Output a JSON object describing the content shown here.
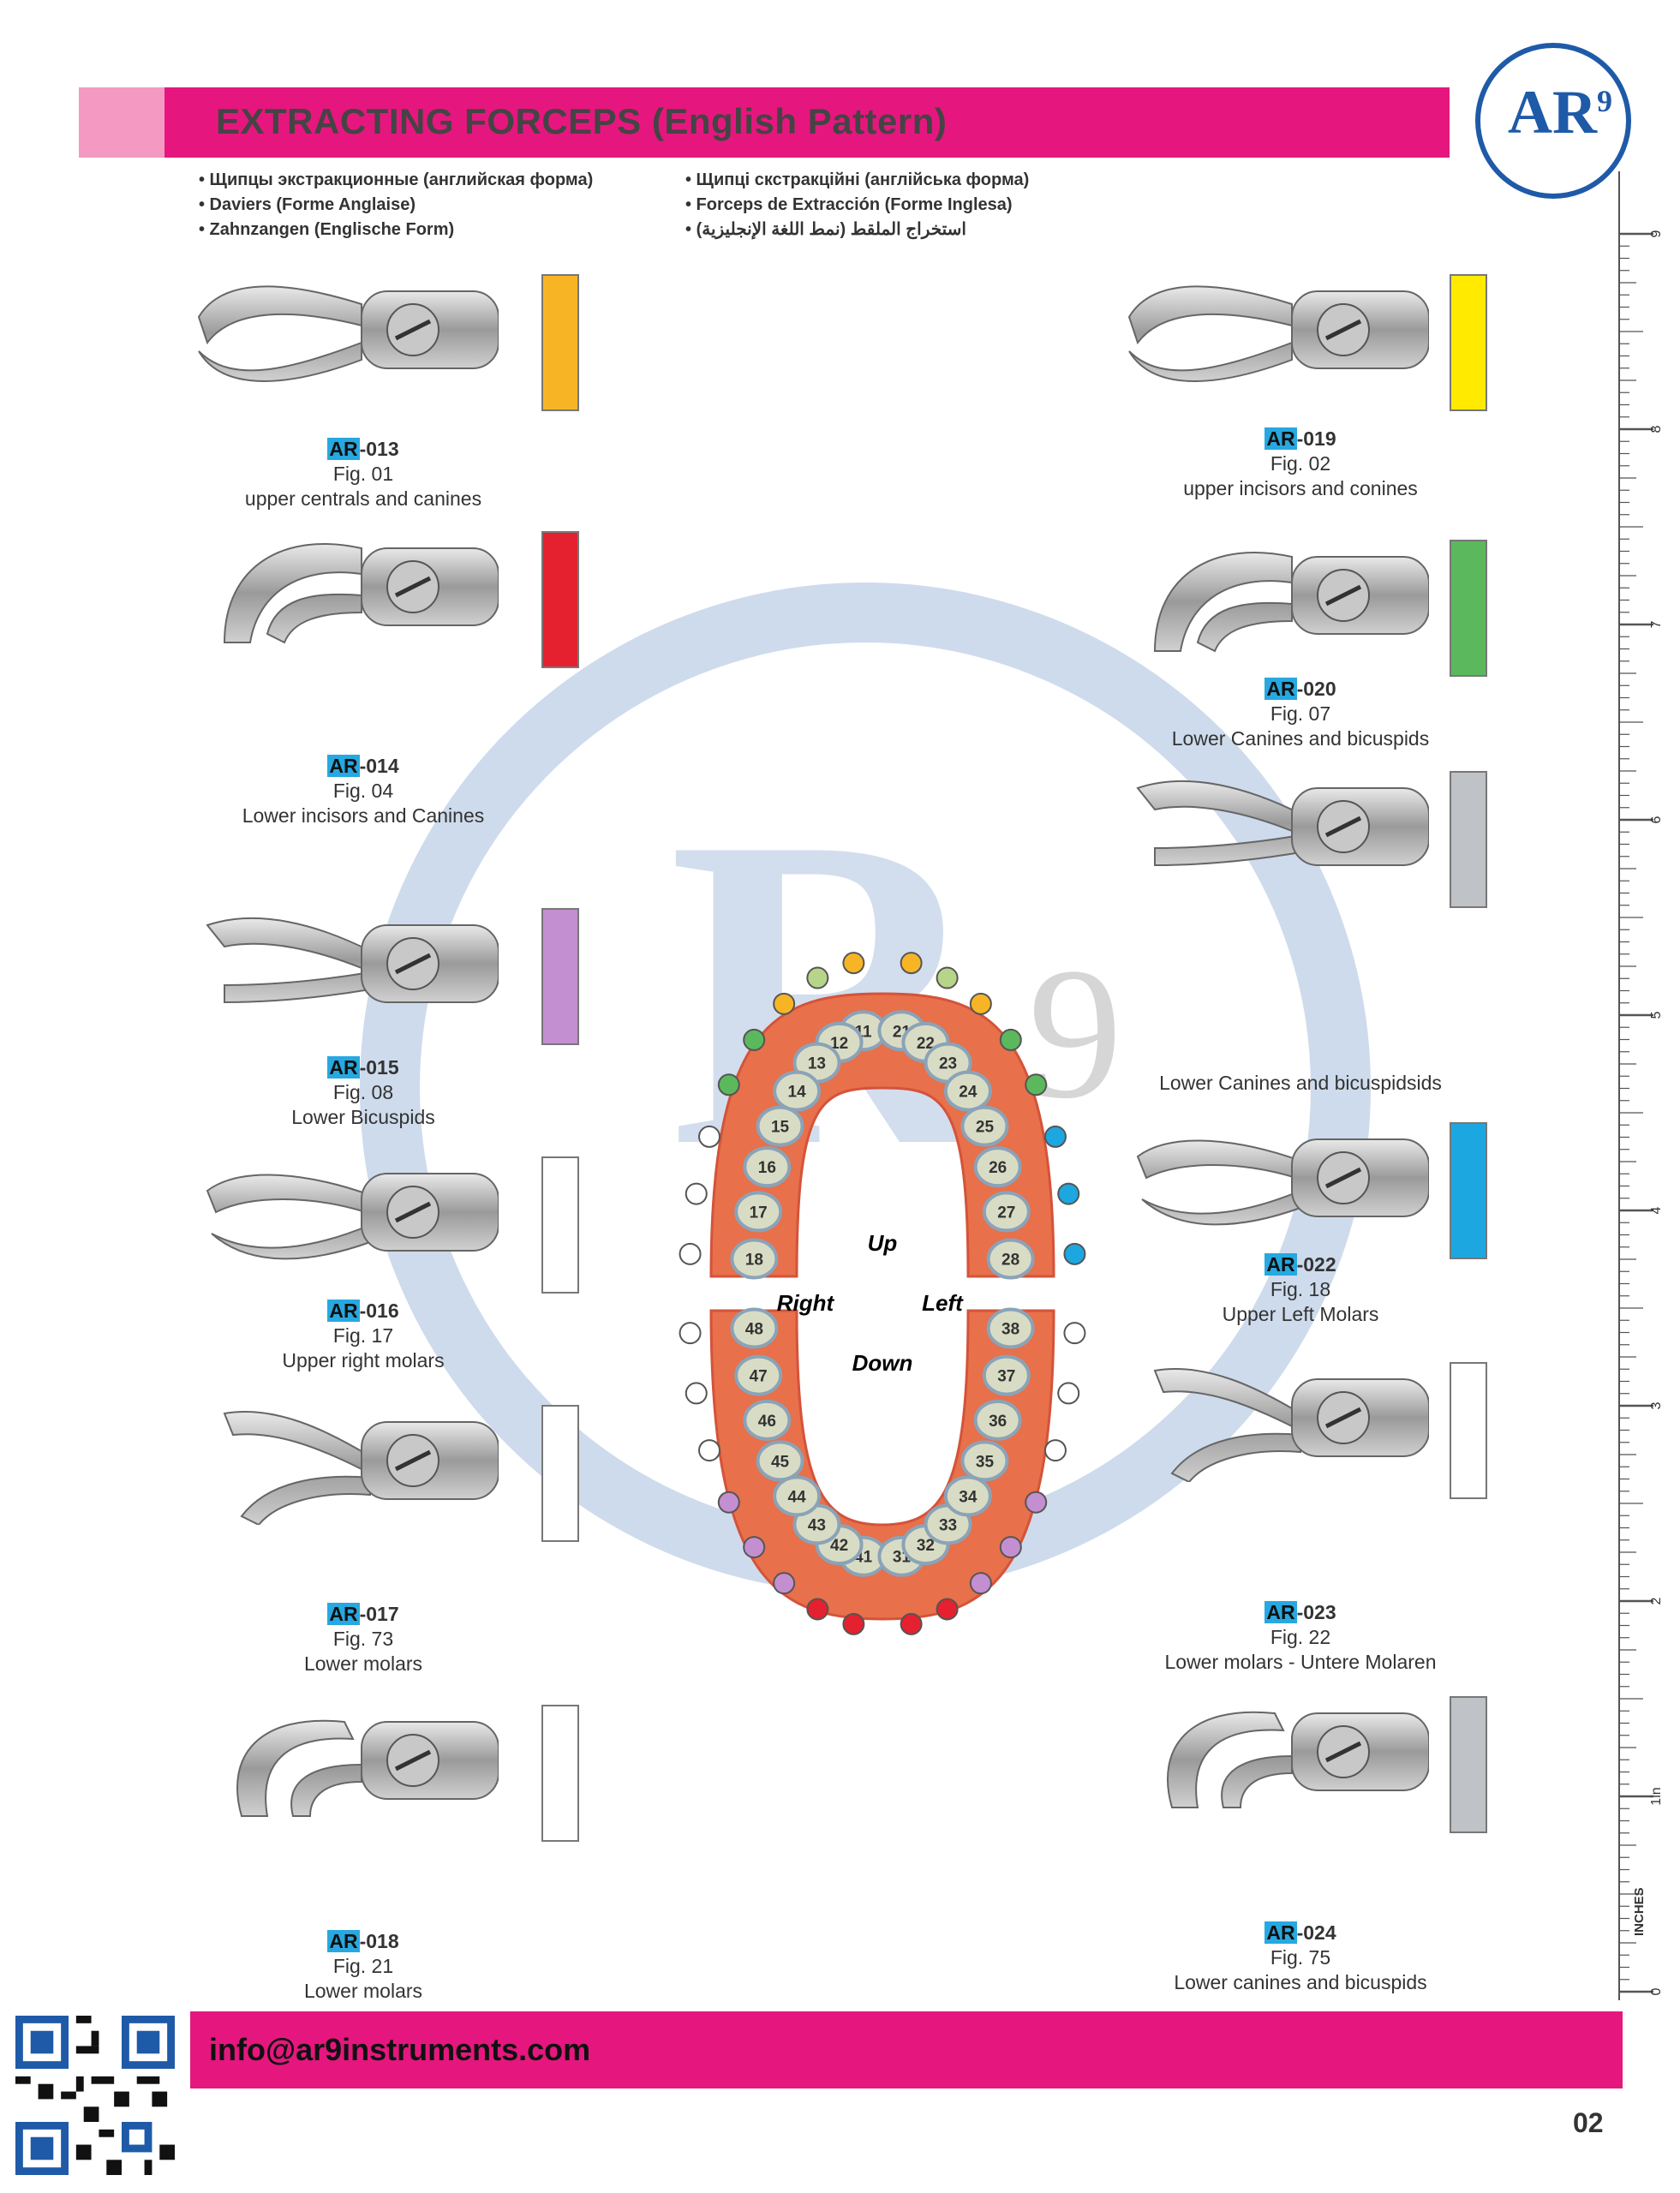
{
  "header": {
    "title": "EXTRACTING FORCEPS (English Pattern)",
    "subtitles_left": [
      "• Щипцы экстракционные (английская форма)",
      "• Daviers (Forme Anglaise)",
      "• Zahnzangen (Englische Form)"
    ],
    "subtitles_right": [
      "• Щипці скстракційні (англійська форма)",
      "• Forceps de Extracción (Forme Inglesa)",
      "• استخراج الملقط (نمط اللغة الإنجليزية)"
    ]
  },
  "logo": {
    "text": "AR",
    "number": "9",
    "color": "#1e5aa8"
  },
  "colors": {
    "brand_pink": "#e5177e",
    "light_pink": "#f49ac2",
    "ar_tag": "#27a8e0"
  },
  "items_left": [
    {
      "ar": "AR",
      "code": "-013",
      "fig": "Fig. 01",
      "desc": "upper centrals and canines",
      "tab_color": "#f7b526"
    },
    {
      "ar": "AR",
      "code": "-014",
      "fig": "Fig. 04",
      "desc": "Lower incisors and Canines",
      "tab_color": "#e5202f"
    },
    {
      "ar": "AR",
      "code": "-015",
      "fig": "Fig. 08",
      "desc": "Lower Bicuspids",
      "tab_color": "#c38fd0"
    },
    {
      "ar": "AR",
      "code": "-016",
      "fig": "Fig. 17",
      "desc": "Upper right molars",
      "tab_color": "#ffffff"
    },
    {
      "ar": "AR",
      "code": "-017",
      "fig": "Fig. 73",
      "desc": "Lower molars",
      "tab_color": "#ffffff"
    },
    {
      "ar": "AR",
      "code": "-018",
      "fig": "Fig. 21",
      "desc": "Lower molars",
      "tab_color": "#ffffff"
    }
  ],
  "items_right": [
    {
      "ar": "AR",
      "code": "-019",
      "fig": "Fig. 02",
      "desc": "upper incisors and conines",
      "tab_color": "#ffea00"
    },
    {
      "ar": "AR",
      "code": "-020",
      "fig": "Fig. 07",
      "desc": "Lower Canines and bicuspids",
      "tab_color": "#5cb85c"
    },
    {
      "ar": "",
      "code": "",
      "fig": "",
      "desc": "Lower Canines and bicuspidsids",
      "tab_color": "#bfc2c6"
    },
    {
      "ar": "AR",
      "code": "-022",
      "fig": "Fig. 18",
      "desc": "Upper Left Molars",
      "tab_color": "#1ca7e0"
    },
    {
      "ar": "AR",
      "code": "-023",
      "fig": "Fig. 22",
      "desc": "Lower molars - Untere Molaren",
      "tab_color": "#ffffff"
    },
    {
      "ar": "AR",
      "code": "-024",
      "fig": "Fig. 75",
      "desc": "Lower canines and bicuspids",
      "tab_color": "#bfc2c6"
    }
  ],
  "tooth_chart": {
    "label_up": "Up",
    "label_down": "Down",
    "label_right": "Right",
    "label_left": "Left",
    "upper_right": [
      "11",
      "12",
      "13",
      "14",
      "15",
      "16",
      "17",
      "18"
    ],
    "upper_left": [
      "21",
      "22",
      "23",
      "24",
      "25",
      "26",
      "27",
      "28"
    ],
    "lower_left": [
      "31",
      "32",
      "33",
      "34",
      "35",
      "36",
      "37",
      "38"
    ],
    "lower_right": [
      "41",
      "42",
      "43",
      "44",
      "45",
      "46",
      "47",
      "48"
    ]
  },
  "ruler": {
    "unit_label": "INCHES",
    "inch_marks": [
      "0",
      "1in",
      "2",
      "3",
      "4",
      "5",
      "6",
      "7",
      "8",
      "9"
    ]
  },
  "footer": {
    "email": "info@ar9instruments.com",
    "page": "02"
  }
}
